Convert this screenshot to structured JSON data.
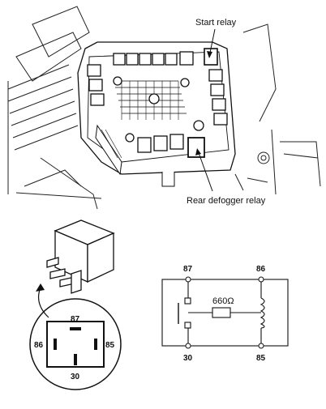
{
  "callouts": {
    "start_relay": "Start relay",
    "rear_defogger_relay": "Rear defogger relay"
  },
  "relay_pinout": {
    "top": "87",
    "left": "86",
    "right": "85",
    "bottom": "30"
  },
  "schematic": {
    "top_left": "87",
    "top_right": "86",
    "bottom_left": "30",
    "bottom_right": "85",
    "resistor": "660Ω"
  }
}
